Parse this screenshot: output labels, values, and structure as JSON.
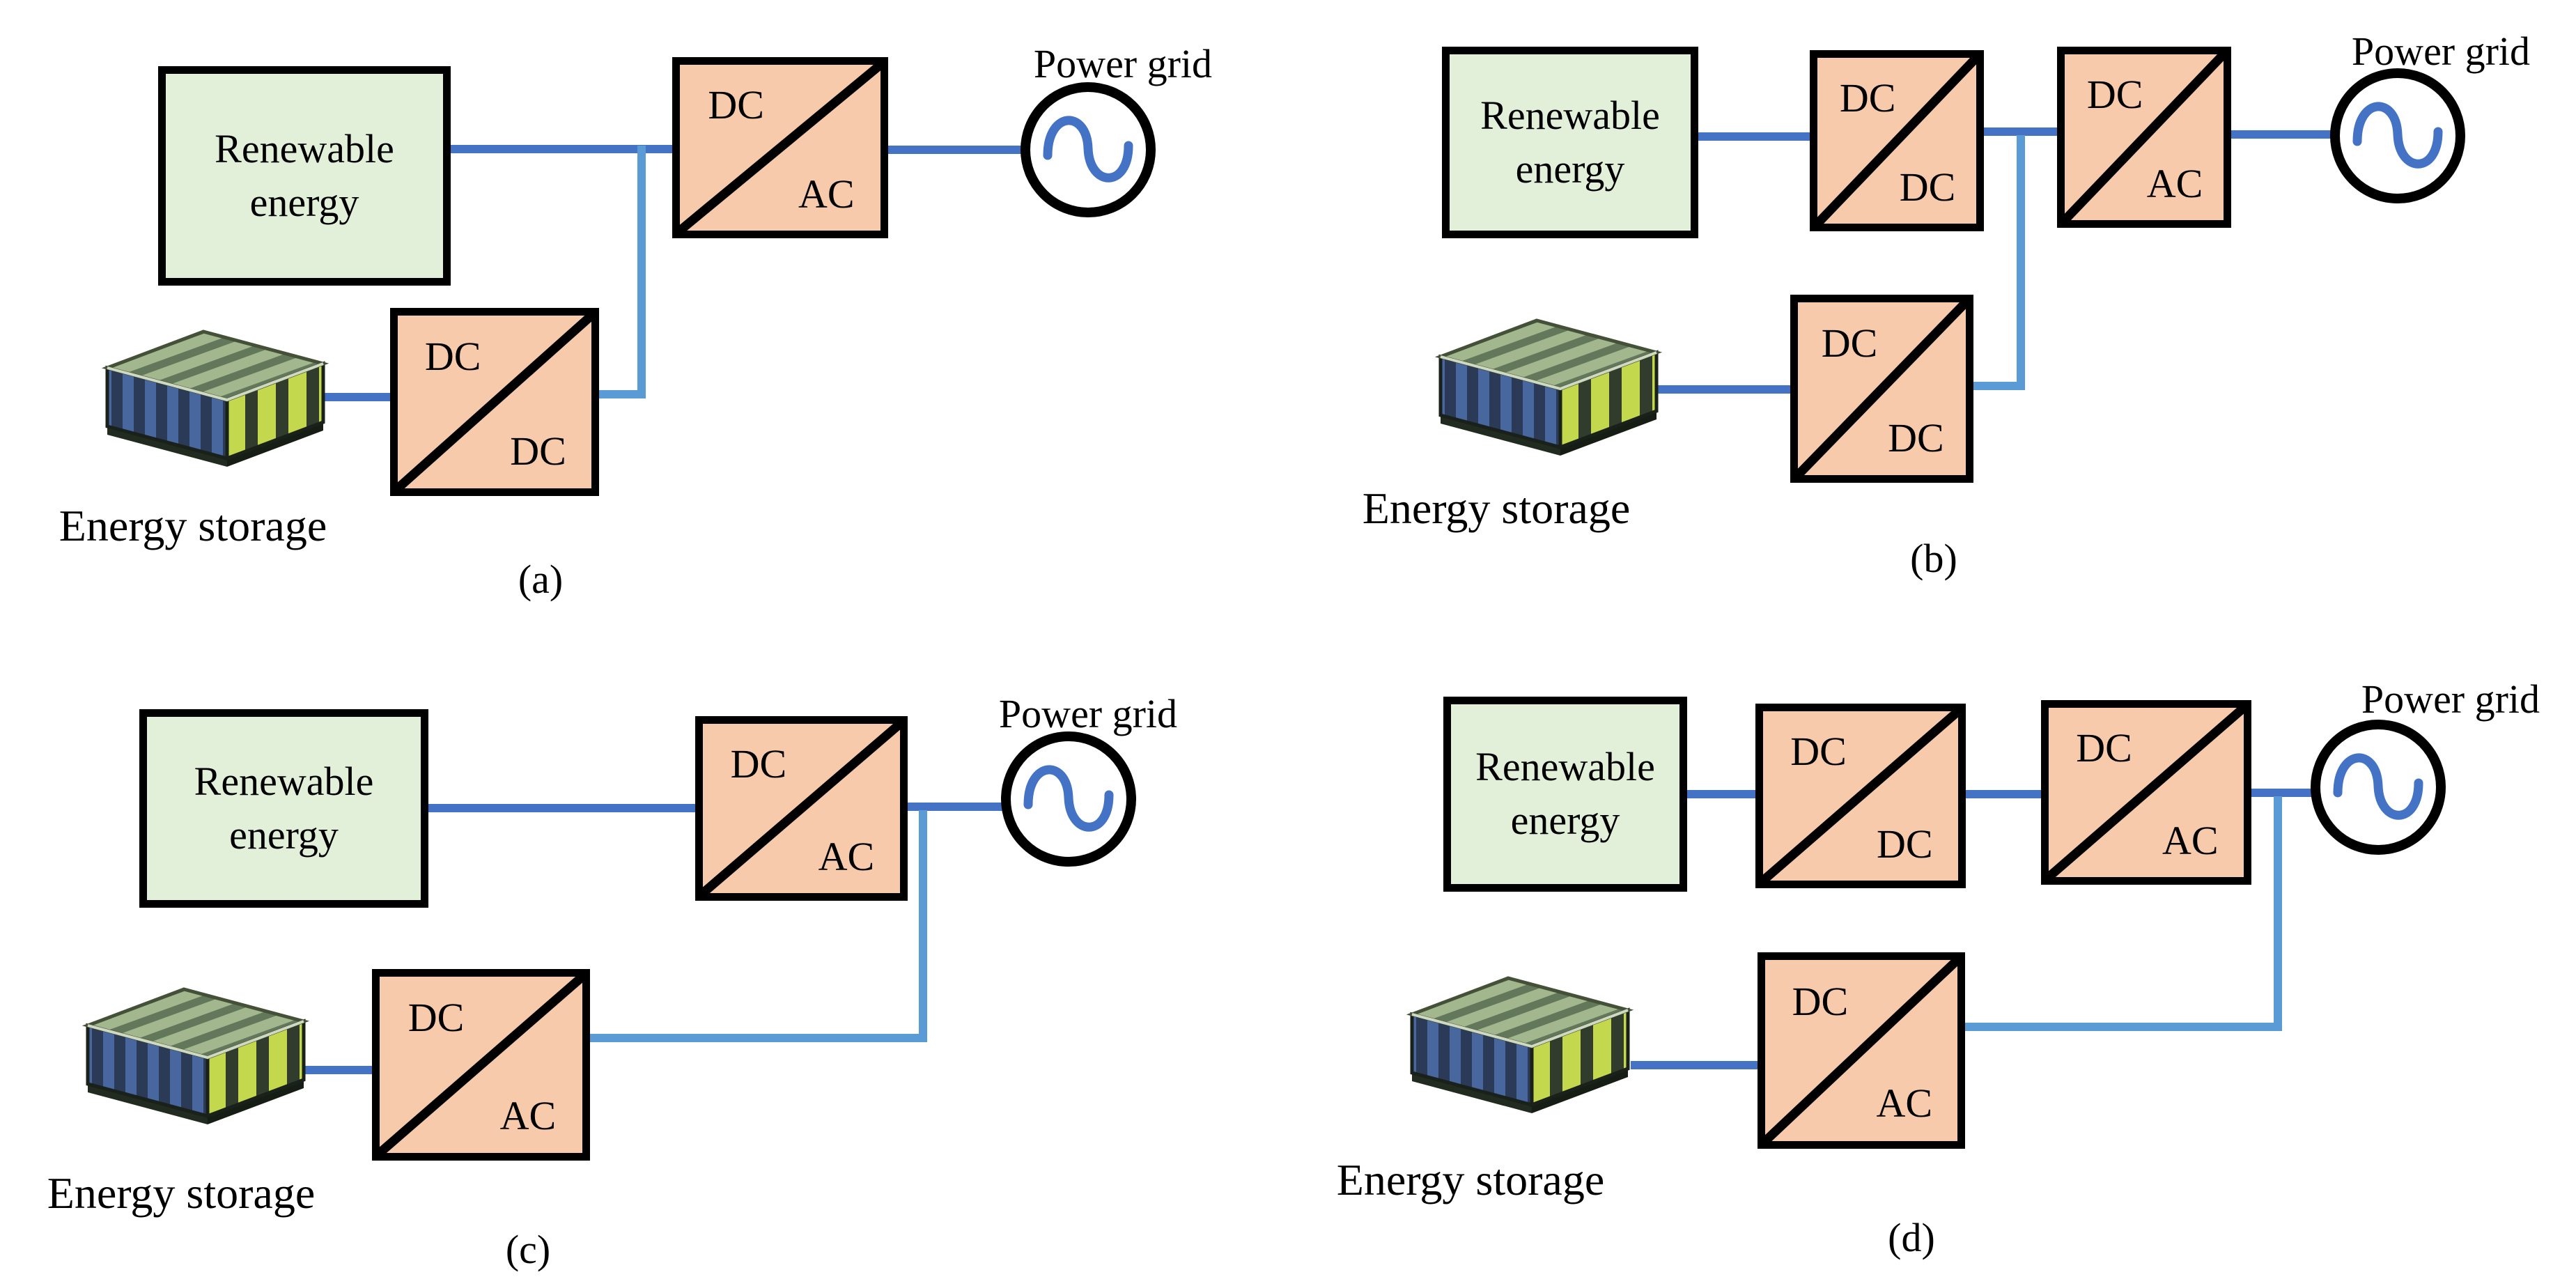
{
  "figure": {
    "title": "Renewable energy and storage grid-connection topologies",
    "colors": {
      "background": "#ffffff",
      "renewable_box_fill": "#e2efd9",
      "converter_box_fill": "#f7caac",
      "box_border": "#000000",
      "wire_dark_blue": "#4472c4",
      "wire_light_blue": "#5b9bd5",
      "text": "#000000"
    },
    "icons": {
      "power_grid_symbol": "ac-sine-source-icon",
      "energy_storage_symbol": "battery-pack-image"
    }
  },
  "panels": {
    "a": {
      "caption": "(a)",
      "renewable_label": "Renewable energy",
      "storage_label": "Energy storage",
      "grid_label": "Power grid",
      "converters": [
        {
          "role": "grid-interface",
          "top": "DC",
          "bottom": "AC"
        },
        {
          "role": "storage-interface",
          "top": "DC",
          "bottom": "DC"
        }
      ]
    },
    "b": {
      "caption": "(b)",
      "renewable_label": "Renewable energy",
      "storage_label": "Energy storage",
      "grid_label": "Power grid",
      "converters": [
        {
          "role": "source-boost",
          "top": "DC",
          "bottom": "DC"
        },
        {
          "role": "grid-interface",
          "top": "DC",
          "bottom": "AC"
        },
        {
          "role": "storage-interface",
          "top": "DC",
          "bottom": "DC"
        }
      ]
    },
    "c": {
      "caption": "(c)",
      "renewable_label": "Renewable energy",
      "storage_label": "Energy storage",
      "grid_label": "Power grid",
      "converters": [
        {
          "role": "grid-interface",
          "top": "DC",
          "bottom": "AC"
        },
        {
          "role": "storage-interface",
          "top": "DC",
          "bottom": "AC"
        }
      ]
    },
    "d": {
      "caption": "(d)",
      "renewable_label": "Renewable energy",
      "storage_label": "Energy storage",
      "grid_label": "Power grid",
      "converters": [
        {
          "role": "source-boost",
          "top": "DC",
          "bottom": "DC"
        },
        {
          "role": "grid-interface",
          "top": "DC",
          "bottom": "AC"
        },
        {
          "role": "storage-interface",
          "top": "DC",
          "bottom": "AC"
        }
      ]
    }
  }
}
